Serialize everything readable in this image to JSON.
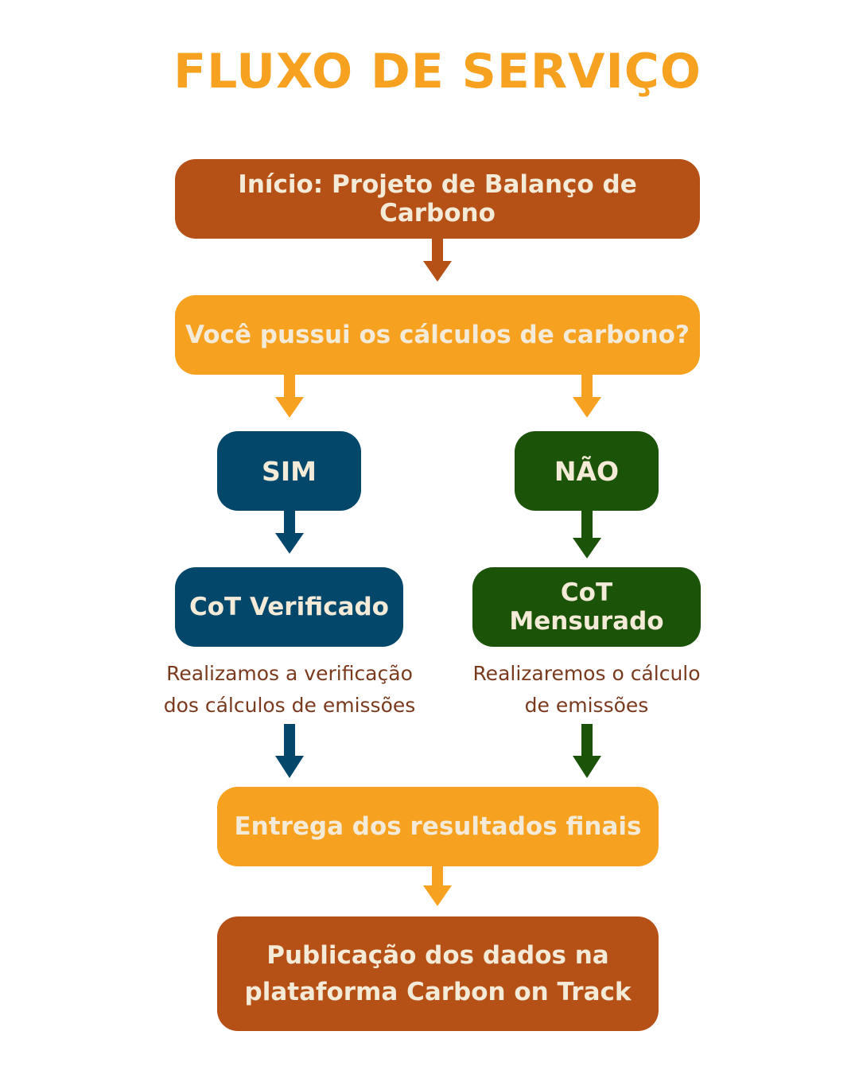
{
  "title": "FLUXO DE SERVIÇO",
  "colors": {
    "title": "#f6a11f",
    "brown": "#b55117",
    "orange": "#f6a11f",
    "blue": "#03486b",
    "green": "#1b5309",
    "box_text": "#f4ead8",
    "caption": "#7a3a1e"
  },
  "steps": {
    "start": "Início: Projeto de Balanço de Carbono",
    "question": "Você pussui os cálculos de carbono?",
    "yes": "SIM",
    "no": "NÃO",
    "verified": "CoT Verificado",
    "measured": "CoT Mensurado",
    "delivery": "Entrega dos resultados finais",
    "publication_line1": "Publicação dos dados na",
    "publication_line2": "plataforma Carbon on Track"
  },
  "captions": {
    "verified_line1": "Realizamos a verificação",
    "verified_line2": "dos cálculos de emissões",
    "measured_line1": "Realizaremos o cálculo",
    "measured_line2": "de emissões"
  }
}
